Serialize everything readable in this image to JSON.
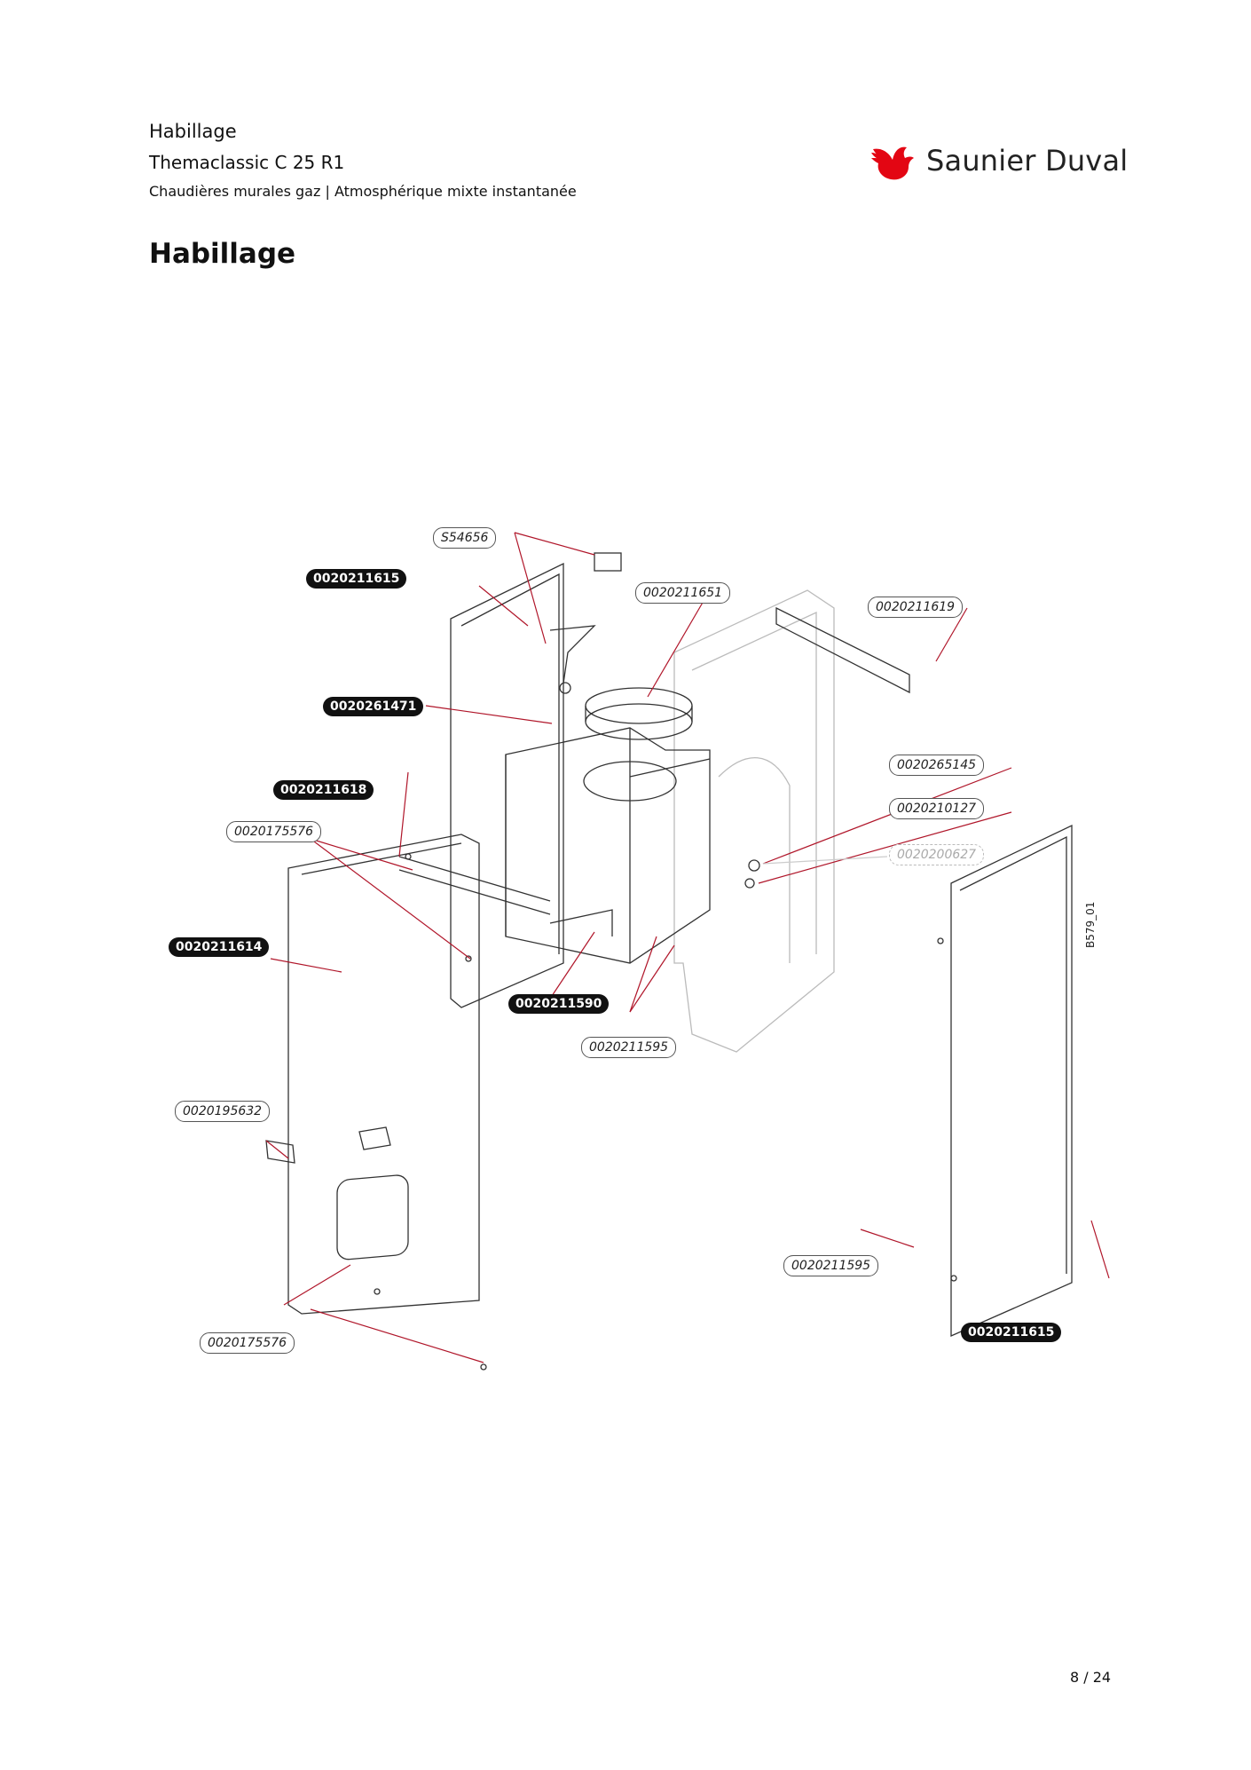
{
  "header": {
    "section": "Habillage",
    "model": "Themaclassic C 25 R1",
    "category": "Chaudières murales gaz | Atmosphérique mixte instantanée"
  },
  "brand": {
    "name": "Saunier Duval",
    "color": "#e30613"
  },
  "page_title": "Habillage",
  "diagram_ref": "B579_01",
  "callouts": [
    {
      "label": "S54656",
      "style": "light"
    },
    {
      "label": "0020211615",
      "style": "dark"
    },
    {
      "label": "0020211651",
      "style": "light"
    },
    {
      "label": "0020211619",
      "style": "light"
    },
    {
      "label": "0020261471",
      "style": "dark"
    },
    {
      "label": "0020265145",
      "style": "light"
    },
    {
      "label": "0020211618",
      "style": "dark"
    },
    {
      "label": "0020210127",
      "style": "light"
    },
    {
      "label": "0020175576",
      "style": "light"
    },
    {
      "label": "0020200627",
      "style": "faded"
    },
    {
      "label": "0020211614",
      "style": "dark"
    },
    {
      "label": "0020211590",
      "style": "dark"
    },
    {
      "label": "0020211595",
      "style": "light"
    },
    {
      "label": "0020195632",
      "style": "light"
    },
    {
      "label": "0020211595",
      "style": "light"
    },
    {
      "label": "0020175576",
      "style": "light"
    },
    {
      "label": "0020211615",
      "style": "dark"
    }
  ],
  "page_number": "8 / 24"
}
